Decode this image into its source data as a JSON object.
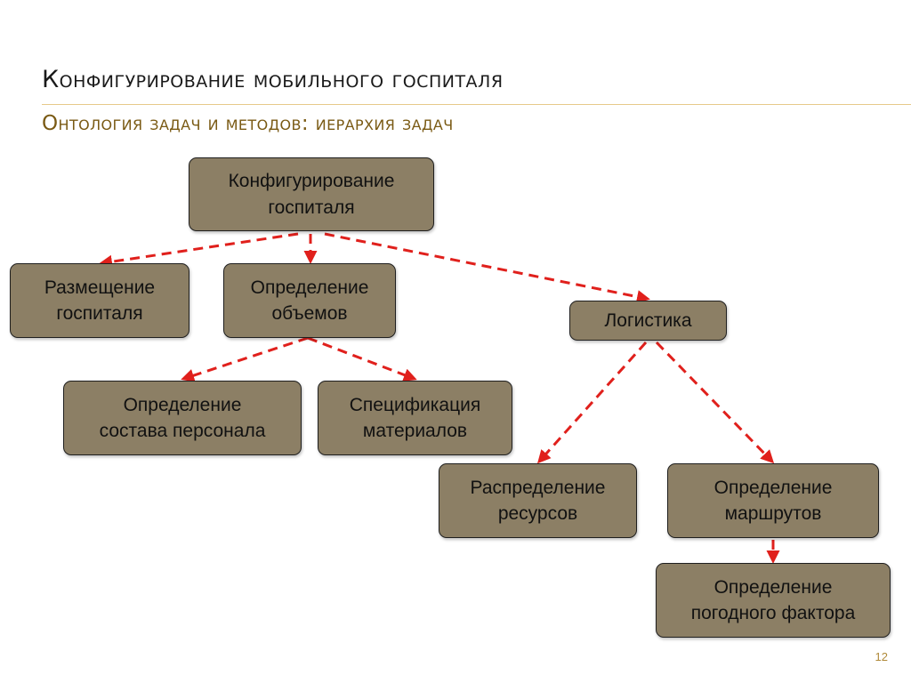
{
  "header": {
    "title": "Конфигурирование мобильного госпиталя",
    "subtitle": "Онтология задач и методов: иерархия задач"
  },
  "diagram": {
    "nodes": {
      "root": "Конфигурирование\nгоспиталя",
      "placement": "Размещение\nгоспиталя",
      "volumes": "Определение\nобъемов",
      "logistics": "Логистика",
      "staff": "Определение\nсостава персонала",
      "materials": "Спецификация\nматериалов",
      "resources": "Распределение\nресурсов",
      "routes": "Определение\nмаршрутов",
      "weather": "Определение\nпогодного фактора"
    },
    "edges": [
      [
        "root",
        "placement"
      ],
      [
        "root",
        "volumes"
      ],
      [
        "root",
        "logistics"
      ],
      [
        "volumes",
        "staff"
      ],
      [
        "volumes",
        "materials"
      ],
      [
        "logistics",
        "resources"
      ],
      [
        "logistics",
        "routes"
      ],
      [
        "routes",
        "weather"
      ]
    ],
    "edge_color": "#e0201c",
    "node_color": "#8c7f65"
  },
  "footer": {
    "page_number": "12"
  }
}
